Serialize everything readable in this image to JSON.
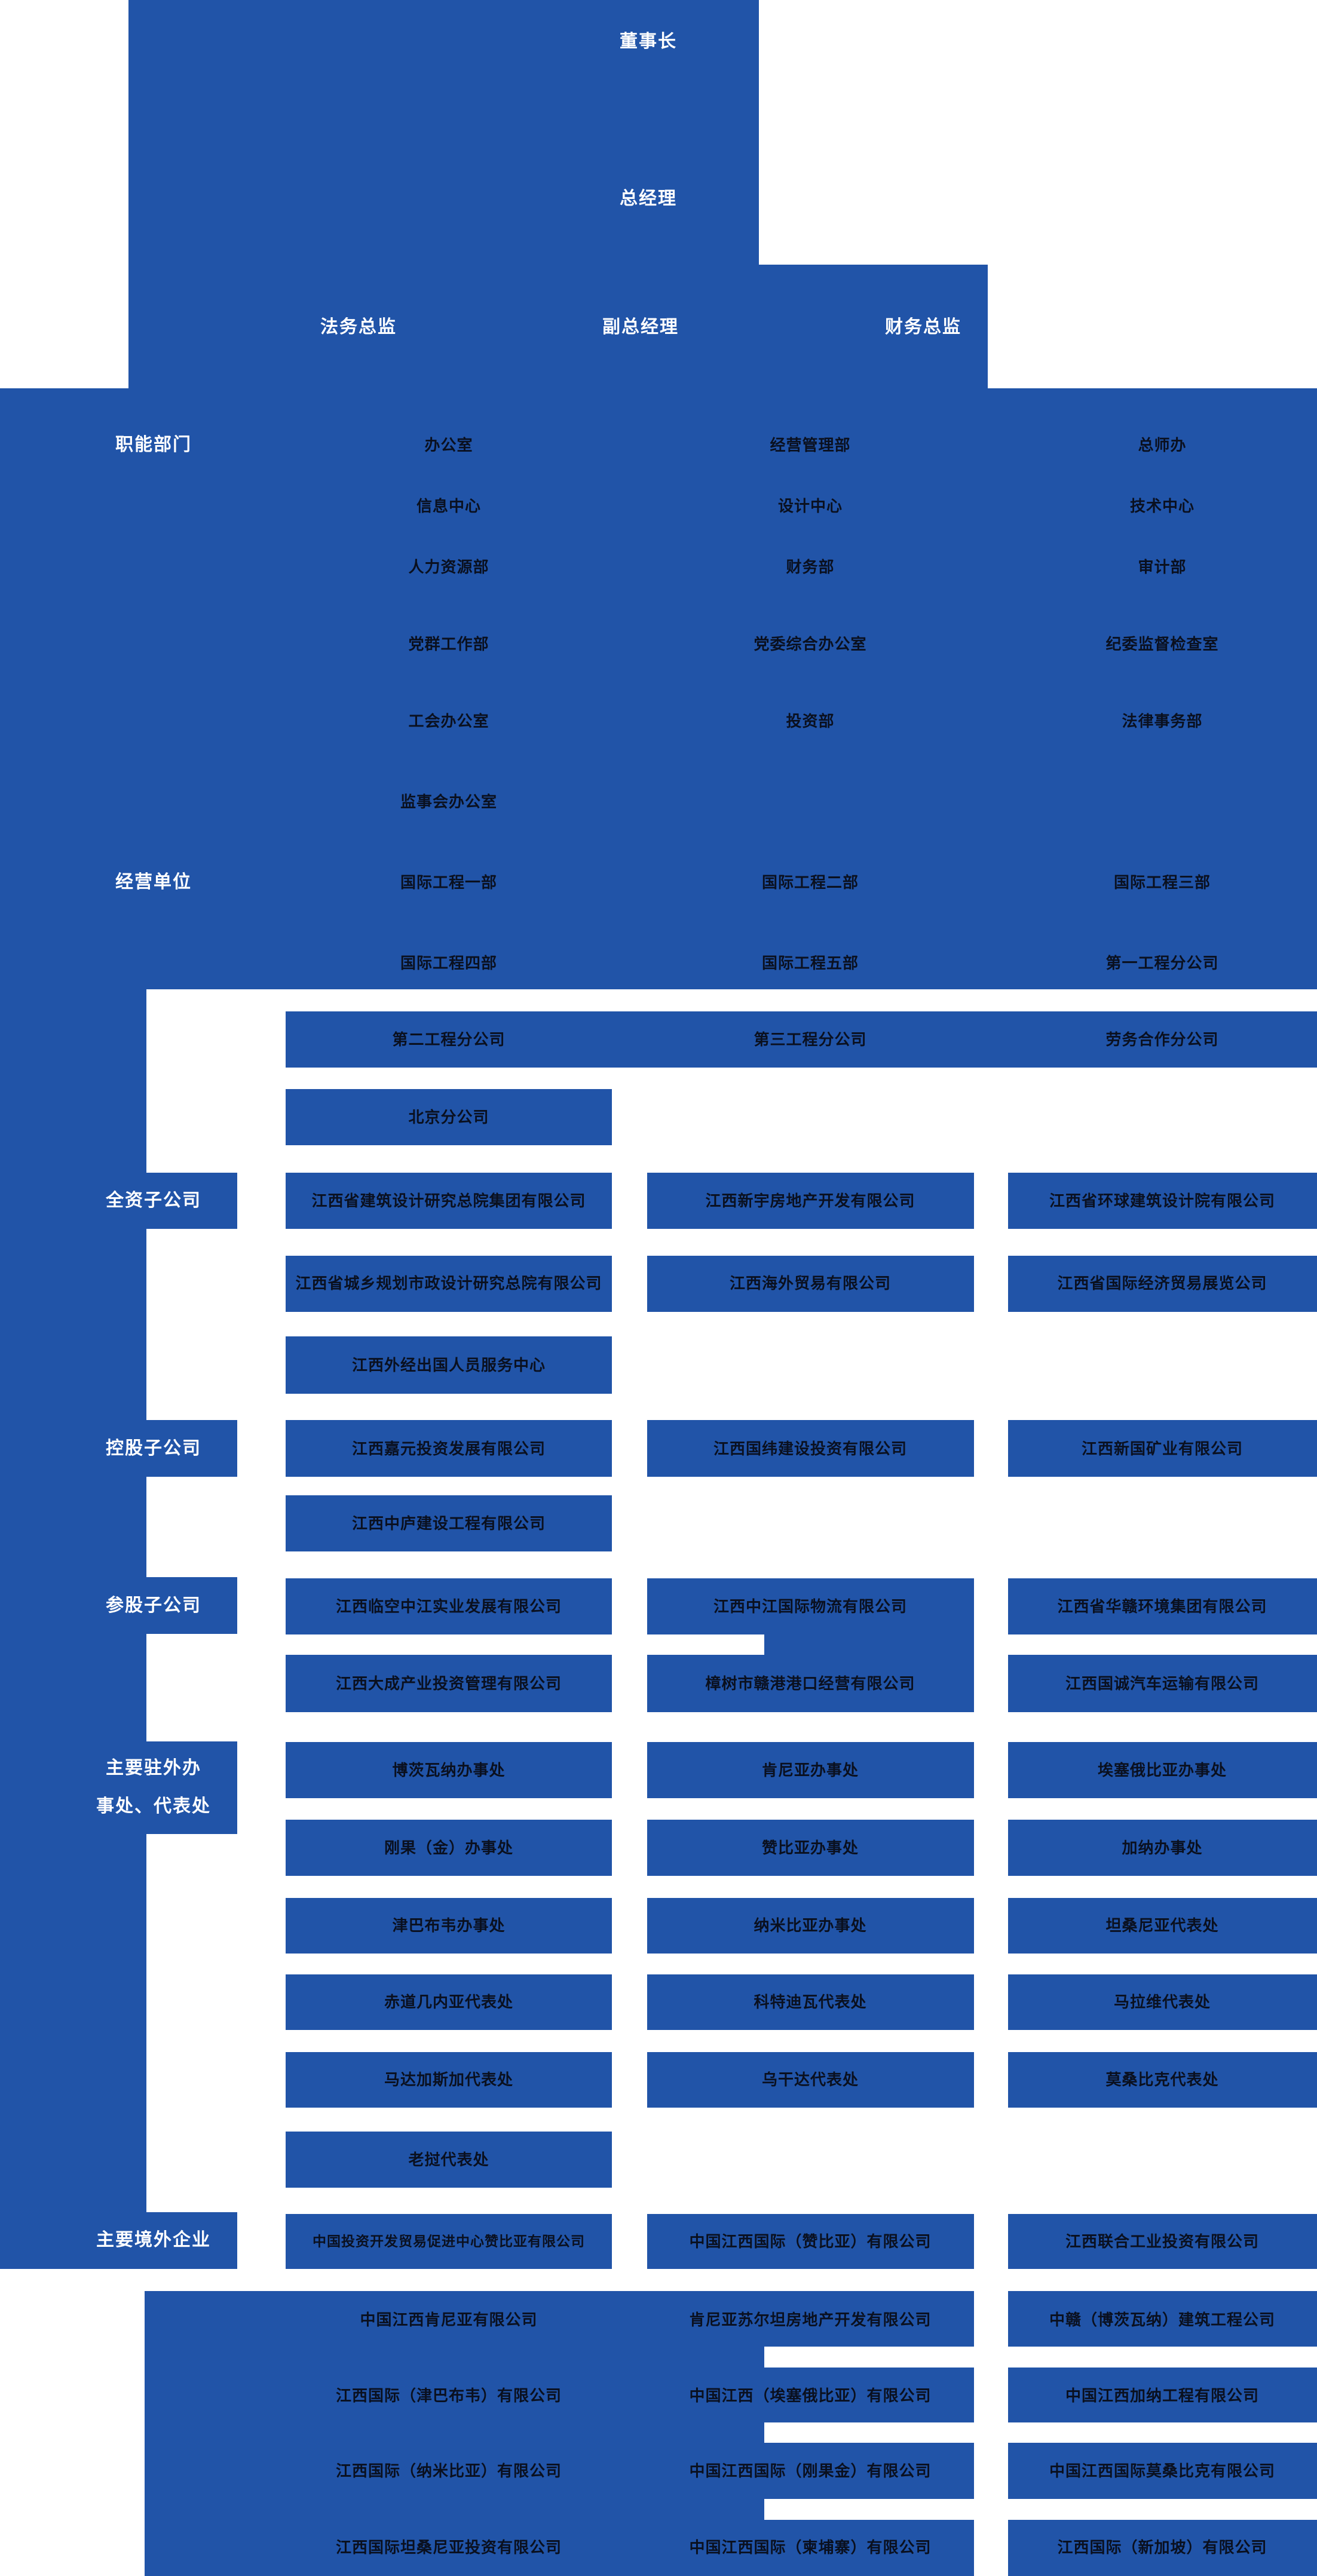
{
  "palette": {
    "blue": "#2154a8",
    "ink": "#0a101f",
    "background": "#ffffff"
  },
  "top": {
    "chairman": "董事长",
    "general_manager": "总经理",
    "legal_director": "法务总监",
    "deputy_general_manager": "副总经理",
    "finance_director": "财务总监"
  },
  "sections": {
    "functional": {
      "label": "职能部门",
      "rows": [
        [
          "办公室",
          "经营管理部",
          "总师办"
        ],
        [
          "信息中心",
          "设计中心",
          "技术中心"
        ],
        [
          "人力资源部",
          "财务部",
          "审计部"
        ],
        [
          "党群工作部",
          "党委综合办公室",
          "纪委监督检查室"
        ],
        [
          "工会办公室",
          "投资部",
          "法律事务部"
        ],
        [
          "监事会办公室"
        ]
      ]
    },
    "business": {
      "label": "经营单位",
      "rows": [
        [
          "国际工程一部",
          "国际工程二部",
          "国际工程三部"
        ],
        [
          "国际工程四部",
          "国际工程五部",
          "第一工程分公司"
        ],
        [
          "第二工程分公司",
          "第三工程分公司",
          "劳务合作分公司"
        ],
        [
          "北京分公司"
        ]
      ]
    },
    "wholly": {
      "label": "全资子公司",
      "rows": [
        [
          "江西省建筑设计研究总院集团有限公司",
          "江西新宇房地产开发有限公司",
          "江西省环球建筑设计院有限公司"
        ],
        [
          "江西省城乡规划市政设计研究总院有限公司",
          "江西海外贸易有限公司",
          "江西省国际经济贸易展览公司"
        ],
        [
          "江西外经出国人员服务中心"
        ]
      ]
    },
    "holding": {
      "label": "控股子公司",
      "rows": [
        [
          "江西嘉元投资发展有限公司",
          "江西国纬建设投资有限公司",
          "江西新国矿业有限公司"
        ],
        [
          "江西中庐建设工程有限公司"
        ]
      ]
    },
    "minority": {
      "label": "参股子公司",
      "rows": [
        [
          "江西临空中江实业发展有限公司",
          "江西中江国际物流有限公司",
          "江西省华赣环境集团有限公司"
        ],
        [
          "江西大成产业投资管理有限公司",
          "樟树市赣港港口经营有限公司",
          "江西国诚汽车运输有限公司"
        ]
      ]
    },
    "offices": {
      "label": "主要驻外办事处、代表处",
      "label_lines": [
        "主要驻外办",
        "事处、代表处"
      ],
      "rows": [
        [
          "博茨瓦纳办事处",
          "肯尼亚办事处",
          "埃塞俄比亚办事处"
        ],
        [
          "刚果（金）办事处",
          "赞比亚办事处",
          "加纳办事处"
        ],
        [
          "津巴布韦办事处",
          "纳米比亚办事处",
          "坦桑尼亚代表处"
        ],
        [
          "赤道几内亚代表处",
          "科特迪瓦代表处",
          "马拉维代表处"
        ],
        [
          "马达加斯加代表处",
          "乌干达代表处",
          "莫桑比克代表处"
        ],
        [
          "老挝代表处"
        ]
      ]
    },
    "overseas": {
      "label": "主要境外企业",
      "rows": [
        [
          "中国投资开发贸易促进中心赞比亚有限公司",
          "中国江西国际（赞比亚）有限公司",
          "江西联合工业投资有限公司"
        ],
        [
          "中国江西肯尼亚有限公司",
          "肯尼亚苏尔坦房地产开发有限公司",
          "中赣（博茨瓦纳）建筑工程公司"
        ],
        [
          "江西国际（津巴布韦）有限公司",
          "中国江西（埃塞俄比亚）有限公司",
          "中国江西加纳工程有限公司"
        ],
        [
          "江西国际（纳米比亚）有限公司",
          "中国江西国际（刚果金）有限公司",
          "中国江西国际莫桑比克有限公司"
        ],
        [
          "江西国际坦桑尼亚投资有限公司",
          "中国江西国际（柬埔寨）有限公司",
          "江西国际（新加坡）有限公司"
        ]
      ]
    }
  }
}
